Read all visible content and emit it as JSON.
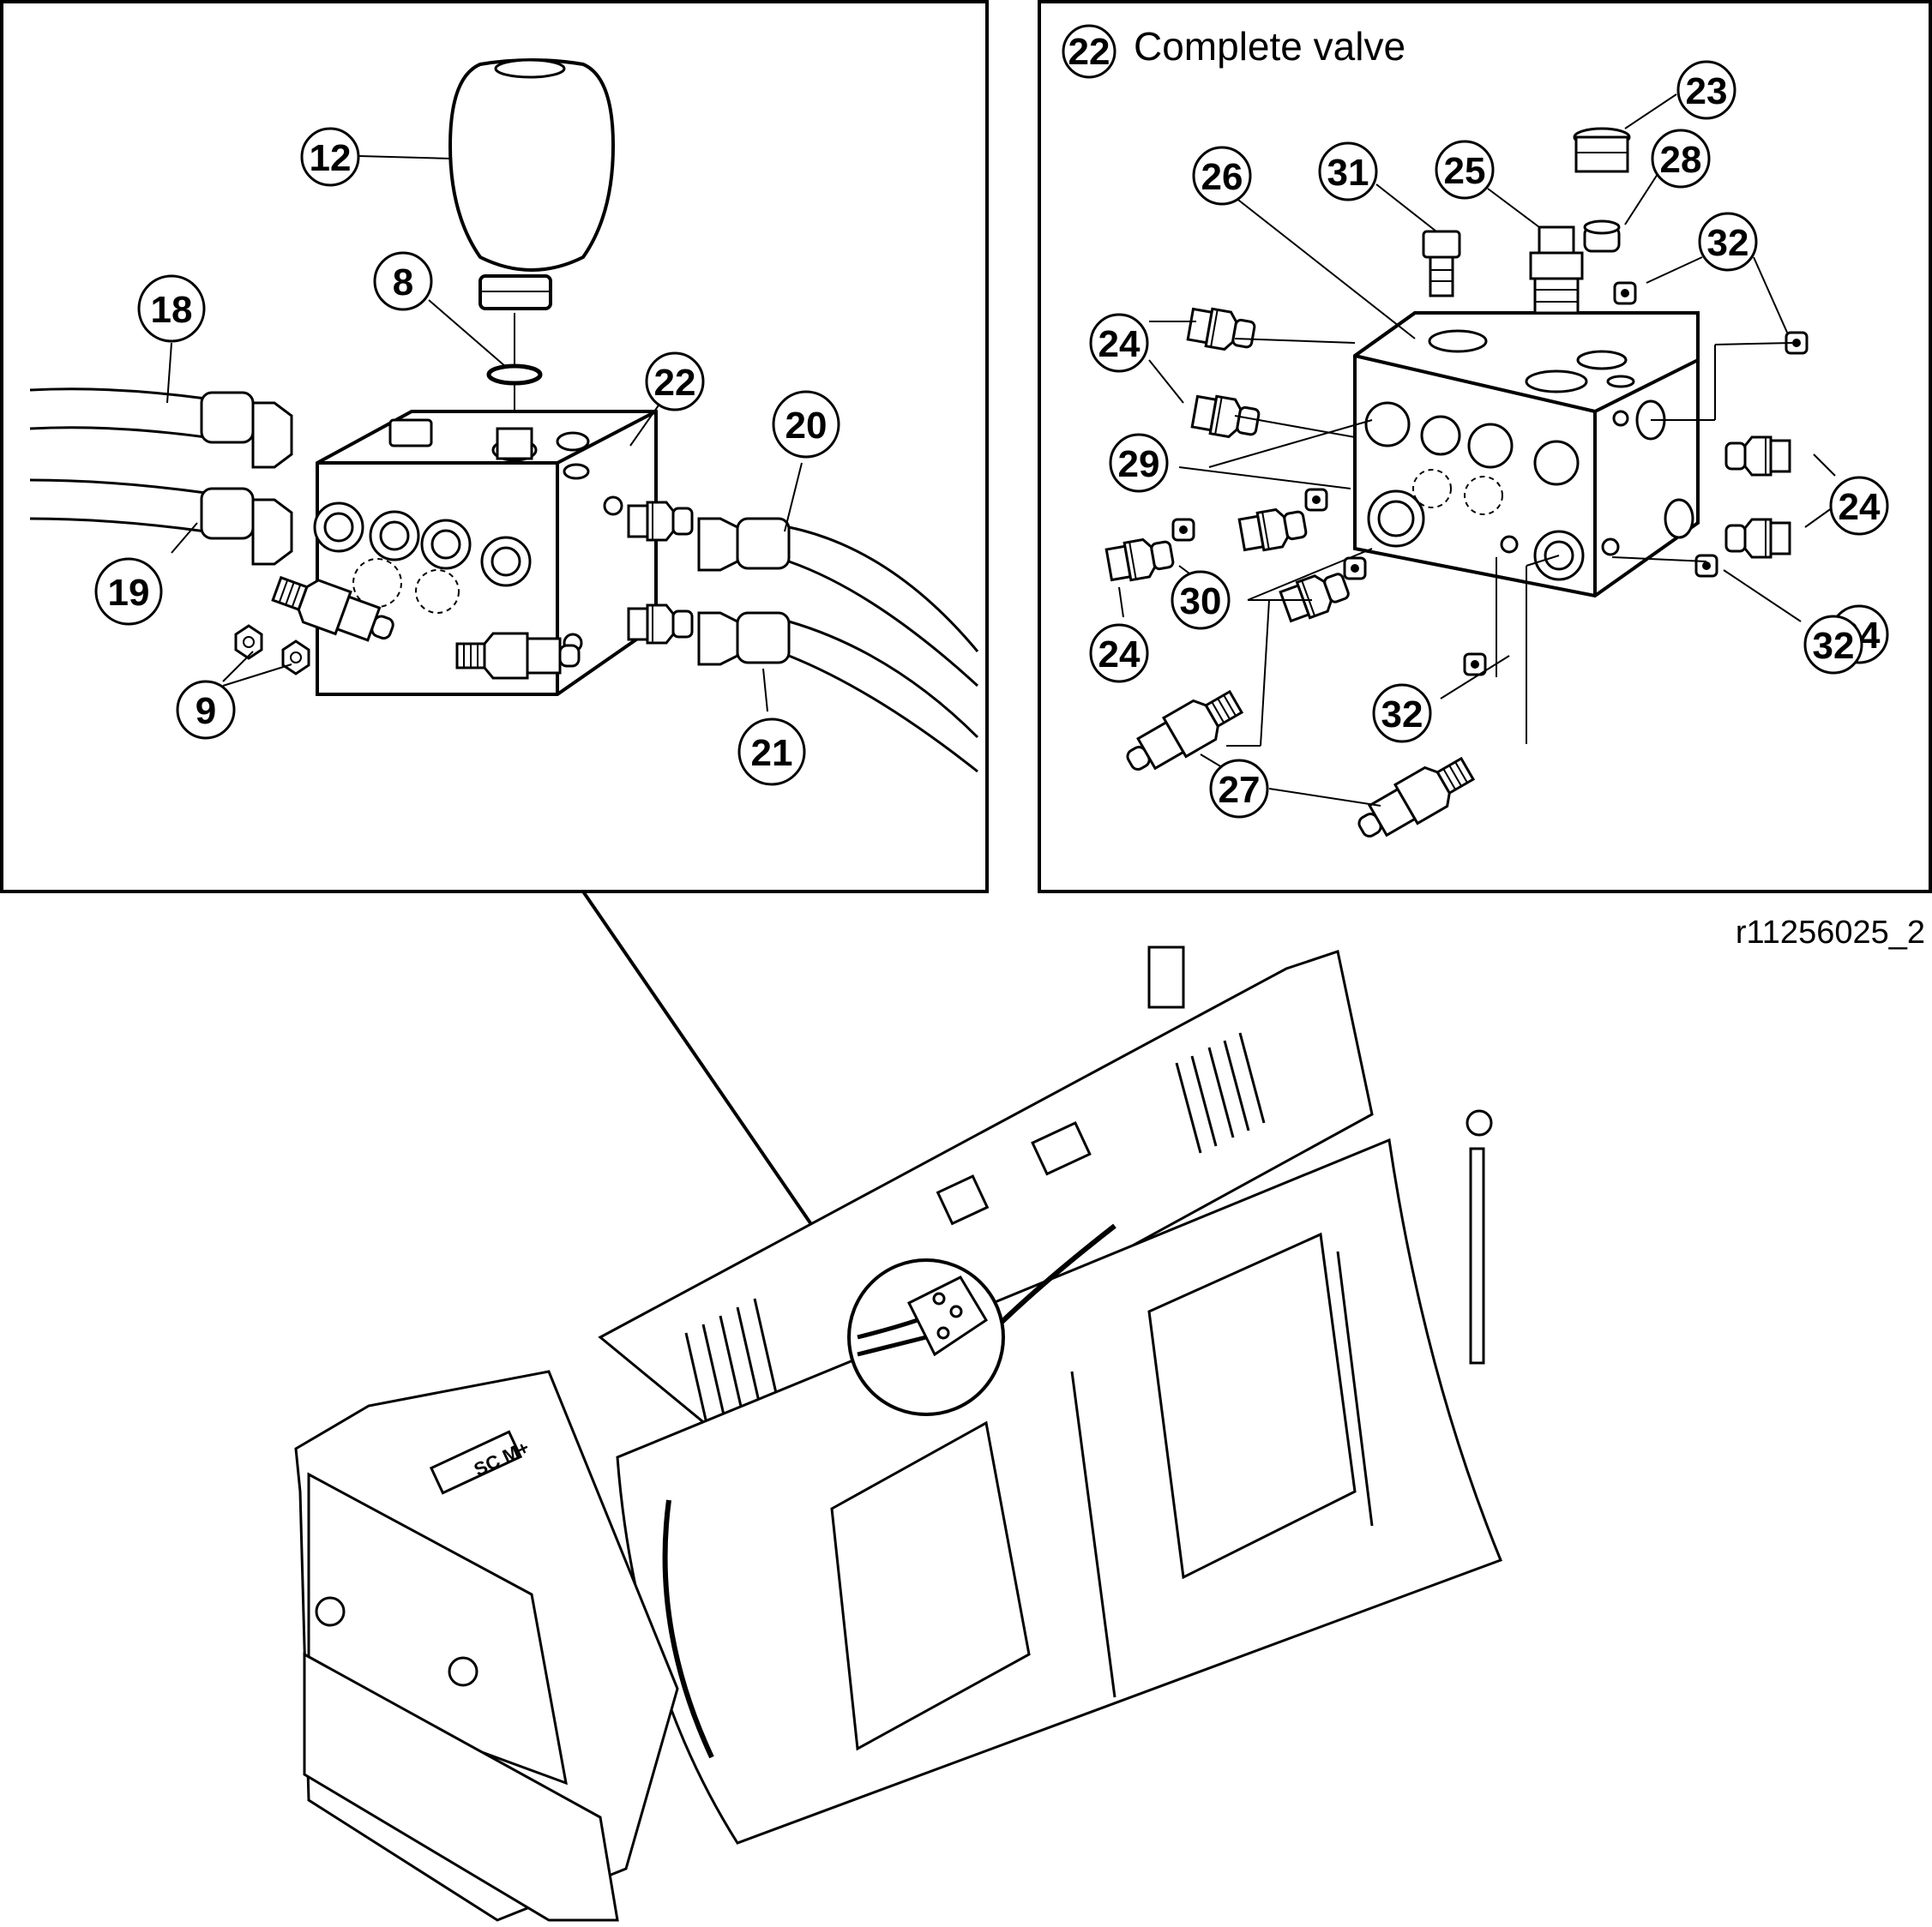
{
  "figure_id": "r11256025_2",
  "left_panel": {
    "callouts": [
      "12",
      "8",
      "18",
      "22",
      "20",
      "19",
      "9",
      "21"
    ]
  },
  "right_panel": {
    "title_number": "22",
    "title_text": "Complete valve",
    "callouts": [
      "23",
      "26",
      "31",
      "25",
      "28",
      "32",
      "24",
      "24",
      "29",
      "24",
      "30",
      "24",
      "32",
      "32",
      "27"
    ]
  },
  "bucket": {
    "badge_text": "SC M+"
  },
  "colors": {
    "line": "#000000",
    "background": "#ffffff"
  }
}
